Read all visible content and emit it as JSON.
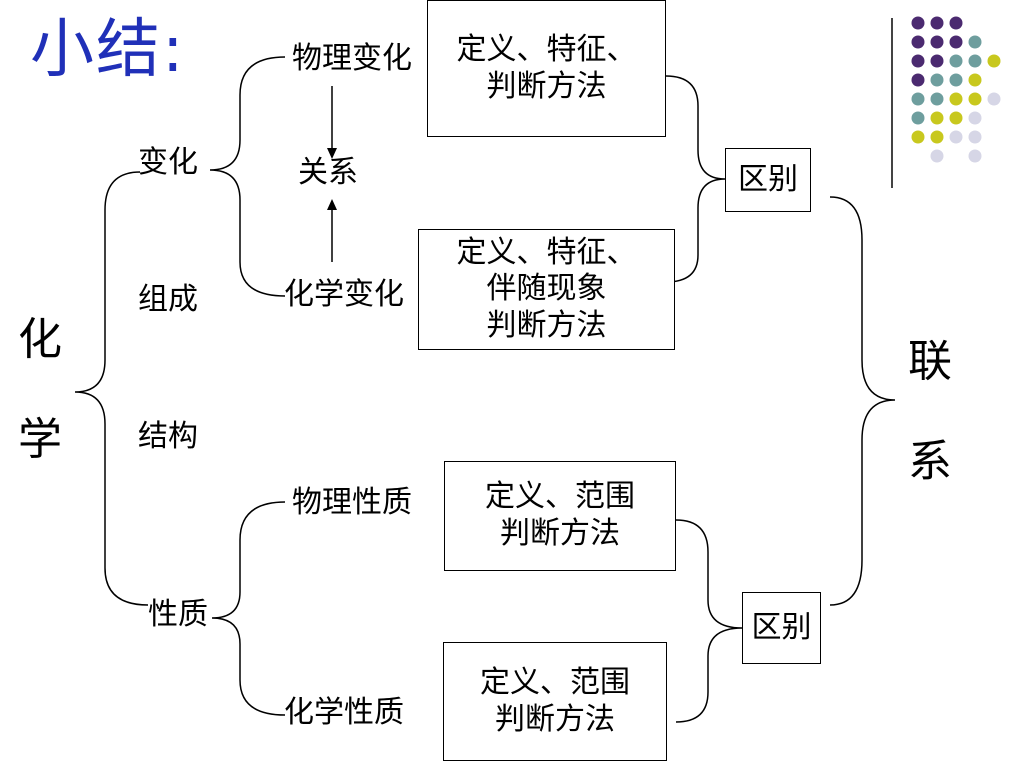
{
  "title": "小结:",
  "root": {
    "char1": "化",
    "char2": "学"
  },
  "link": {
    "char1": "联",
    "char2": "系"
  },
  "branches": {
    "change": "变化",
    "composition": "组成",
    "structure": "结构",
    "property": "性质"
  },
  "change": {
    "physical": "物理变化",
    "chemical": "化学变化",
    "relation": "关系",
    "physical_box": [
      "定义、特征、",
      "判断方法"
    ],
    "chemical_box": [
      "定义、特征、",
      "伴随现象",
      "判断方法"
    ],
    "difference": "区别"
  },
  "property": {
    "physical": "物理性质",
    "chemical": "化学性质",
    "physical_box": [
      "定义、范围",
      "判断方法"
    ],
    "chemical_box": [
      "定义、范围",
      "判断方法"
    ],
    "difference": "区别"
  },
  "decor_colors": {
    "purple": "#4b2a70",
    "teal": "#6e9e9e",
    "yellow": "#c8c81e",
    "lavender": "#d6d6e6"
  }
}
